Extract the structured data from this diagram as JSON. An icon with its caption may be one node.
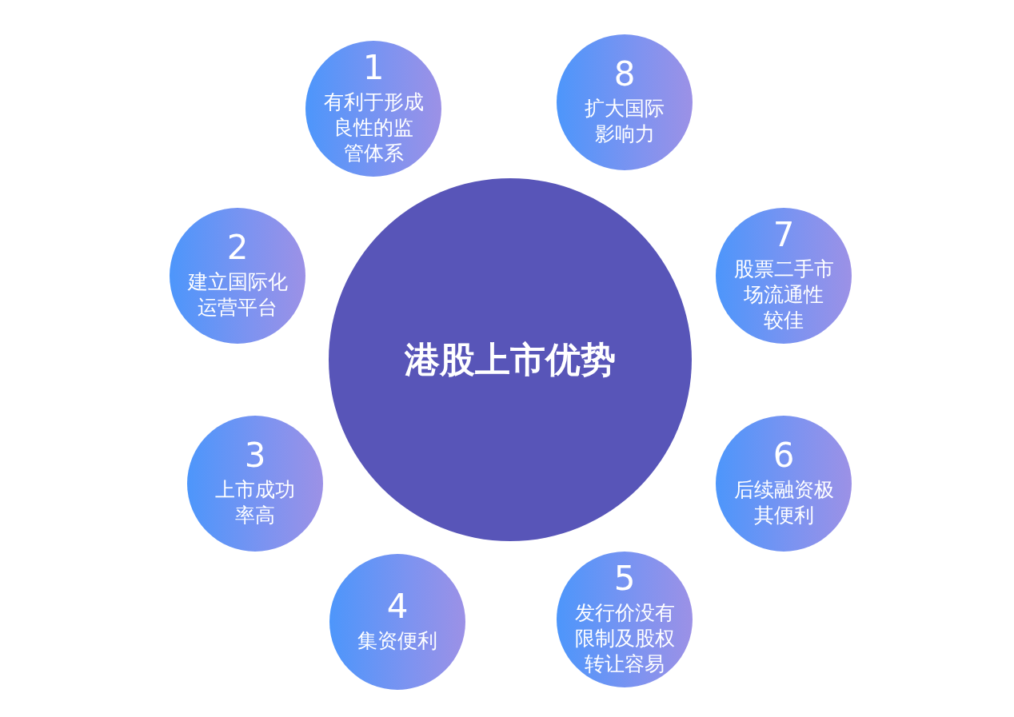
{
  "diagram": {
    "nodes": [
      {
        "text": [
          "港股上市优势"
        ]
      },
      {
        "text": [
          "1",
          "有利于形成良性的监管体系"
        ]
      },
      {
        "text": [
          "2",
          "建立国际化运营平台"
        ]
      },
      {
        "text": [
          "3",
          "上市成功率高"
        ]
      },
      {
        "text": [
          "4",
          "集资便利"
        ]
      },
      {
        "text": [
          "5",
          "发行价没有限制及股权转让容易"
        ]
      },
      {
        "text": [
          "6",
          "后续融资极其便利"
        ]
      },
      {
        "text": [
          "7",
          "股票二手市场流通性较佳"
        ]
      },
      {
        "text": [
          "8",
          "扩大国际影响力"
        ]
      }
    ]
  }
}
